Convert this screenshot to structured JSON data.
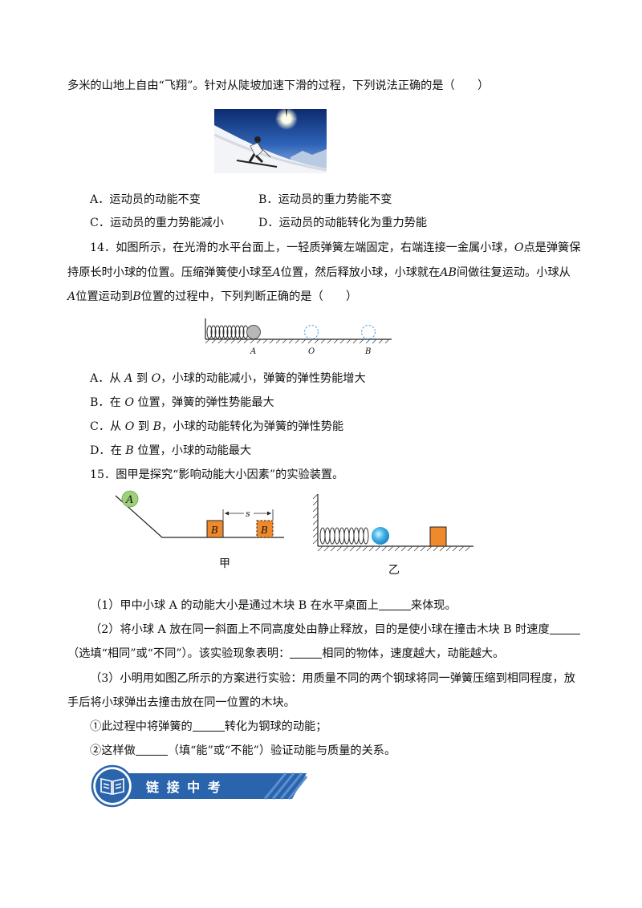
{
  "q13": {
    "stem_tail": "多米的山地上自由“飞翔”。针对从陡坡加速下滑的过程，下列说法正确的是（　　）",
    "options": {
      "A": "A．运动员的动能不变",
      "B": "B．运动员的重力势能不变",
      "C": "C．运动员的重力势能减小",
      "D": "D．运动员的动能转化为重力势能"
    }
  },
  "q14": {
    "line1": "14．如图所示，在光滑的水平台面上，一轻质弹簧左端固定，右端连接一金属小球，",
    "O": "O",
    "line1_tail": "点是弹簧保",
    "line2_a": "持原长时小球的位置。压缩弹簧使小球至",
    "A": "A",
    "line2_b": "位置，然后释放小球，小球就在",
    "AB": "AB",
    "line2_c": "间做往复运动。小球从",
    "line3_a": "位置运动到",
    "B": "B",
    "line3_b": "位置的过程中，下列判断正确的是（　　）",
    "figure_labels": [
      "A",
      "O",
      "B"
    ],
    "options": {
      "A_pre": "A．从",
      "A_mid": "到",
      "A_post": "，小球的动能减小，弹簧的弹性势能增大",
      "B_pre": "B．在",
      "B_post": "位置，弹簧的弹性势能最大",
      "C_pre": "C．从",
      "C_mid": "到",
      "C_post": "，小球的动能转化为弹簧的弹性势能",
      "D_pre": "D．在",
      "D_post": "位置，小球的动能最大"
    }
  },
  "q15": {
    "stem": "15．图甲是探究“影响动能大小因素”的实验装置。",
    "fig_jia": {
      "ball": "A",
      "block": "B",
      "block_dashed": "B",
      "distance": "s",
      "caption": "甲"
    },
    "fig_yi": {
      "caption": "乙"
    },
    "p1_a": "（1）甲中小球 A 的动能大小是通过木块 B 在水平桌面上",
    "p1_b": "来体现。",
    "p2_a": "（2）将小球 A 放在同一斜面上不同高度处由静止释放，目的是使小球在撞击木块 B 时速度",
    "p2_line2_a": "（选填“相同”或“不同”）。该实验现象表明：",
    "p2_line2_b": "相同的物体，速度越大，动能越大。",
    "p3_line1": "（3）小明用如图乙所示的方案进行实验：用质量不同的两个钢球将同一弹簧压缩到相同程度，放",
    "p3_line2": "手后将小球弹出去撞击放在同一位置的木块。",
    "s1_a": "①此过程中将弹簧的",
    "s1_b": "转化为钢球的动能；",
    "s2_a": "②这样做",
    "s2_b": "（填“能”或“不能”）验证动能与质量的关系。"
  },
  "banner": {
    "title": "链 接 中 考",
    "color": "#2a64ad"
  }
}
